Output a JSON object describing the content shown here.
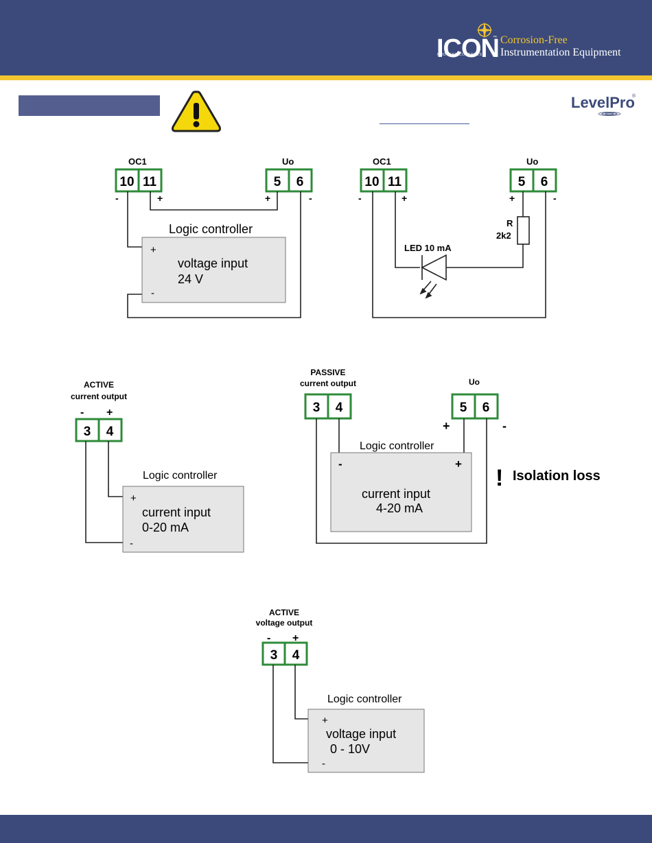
{
  "header": {
    "brand": "ICON",
    "brand_sub": "PROCESS CONTROLS",
    "tagline_1": "Corrosion-Free",
    "tagline_2": "Instrumentation Equipment",
    "trademark": "™"
  },
  "logo_right": {
    "word": "LevelPro",
    "mark": "®"
  },
  "colors": {
    "header_bg": "#3b4a7a",
    "accent": "#f3c531",
    "terminal_border": "#2e8b3a",
    "box_fill": "#e6e6e6"
  },
  "diagram1": {
    "oc_label": "OC1",
    "uo_label": "Uo",
    "t_a": "10",
    "t_b": "11",
    "t_c": "5",
    "t_d": "6",
    "minus_a": "-",
    "plus_b": "+",
    "plus_c": "+",
    "minus_d": "-",
    "box_title": "Logic controller",
    "box_plus": "+",
    "box_line1": "voltage input",
    "box_line2": "24 V",
    "box_minus": "-"
  },
  "diagram2": {
    "oc_label": "OC1",
    "uo_label": "Uo",
    "t_a": "10",
    "t_b": "11",
    "t_c": "5",
    "t_d": "6",
    "minus_a": "-",
    "plus_b": "+",
    "plus_c": "+",
    "minus_d": "-",
    "resistor_label": "R",
    "resistor_value": "2k2",
    "led_label": "LED  10 mA"
  },
  "diagram3": {
    "title1": "ACTIVE",
    "title2": "current output",
    "minus": "-",
    "plus": "+",
    "t_a": "3",
    "t_b": "4",
    "box_title": "Logic controller",
    "box_plus": "+",
    "box_line1": "current input",
    "box_line2": "0-20 mA",
    "box_minus": "-"
  },
  "diagram4": {
    "title1": "PASSIVE",
    "title2": "current output",
    "uo_label": "Uo",
    "t_a": "3",
    "t_b": "4",
    "t_c": "5",
    "t_d": "6",
    "plus_c": "+",
    "minus_d": "-",
    "box_title": "Logic controller",
    "box_minus": "-",
    "box_plus": "+",
    "box_line1": "current input",
    "box_line2": "4-20 mA",
    "warning_mark": "!",
    "warning_text": "Isolation loss"
  },
  "diagram5": {
    "title1": "ACTIVE",
    "title2": "voltage output",
    "minus": "-",
    "plus": "+",
    "t_a": "3",
    "t_b": "4",
    "box_title": "Logic controller",
    "box_plus": "+",
    "box_line1": "voltage input",
    "box_line2": "0 - 10V",
    "box_minus": "-"
  },
  "icons": {
    "warning": "warning-triangle-icon",
    "compass": "compass-star-icon"
  }
}
